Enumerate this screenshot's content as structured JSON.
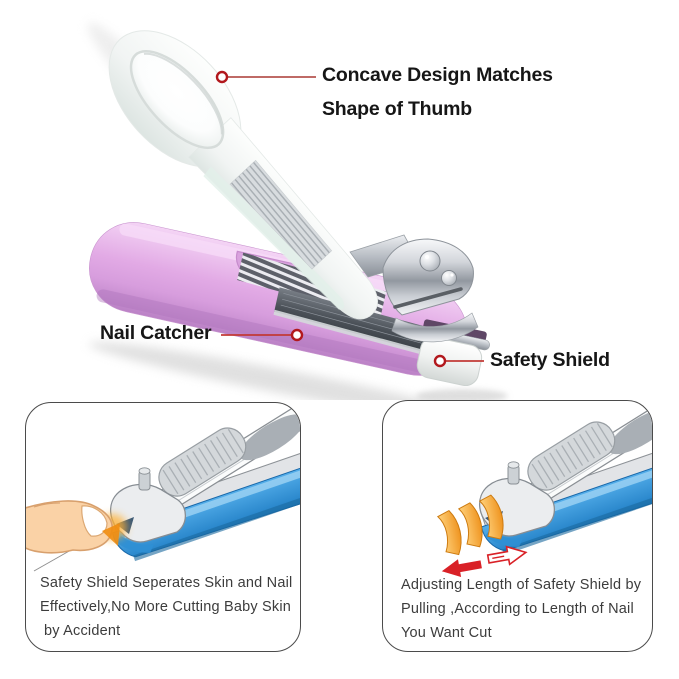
{
  "title": "Baby nail clipper with nail catcher — annotated product infographic",
  "colors": {
    "background": "#ffffff",
    "callout_dot_red": "#b2181d",
    "callout_line_red": "#c23a36",
    "body_pink": "#e2aae5",
    "handle_white": "#f3f6f5",
    "chrome_gray": "#a8aeb6",
    "illustration_blue": "#2f8fd4",
    "illustration_orange": "#f5a52f",
    "arrow_red": "#d92127",
    "finger_skin": "#fad2a6",
    "panel_border": "#4b4b4b",
    "label_text": "#161616",
    "panel_text": "#3c3c3c"
  },
  "callouts": {
    "concave": {
      "line1": "Concave Design Matches",
      "line2": "Shape of Thumb"
    },
    "nail_catcher": {
      "label": "Nail Catcher"
    },
    "safety_shield": {
      "label": "Safety Shield"
    }
  },
  "panels": {
    "left": {
      "lines": [
        "Safety Shield Seperates Skin and Nail",
        "Effectively,No  More Cutting Baby Skin",
        "by Accident"
      ]
    },
    "right": {
      "lines": [
        "Adjusting Length of Safety Shield by",
        "Pulling ,According to Length of Nail",
        "You Want Cut"
      ]
    }
  }
}
